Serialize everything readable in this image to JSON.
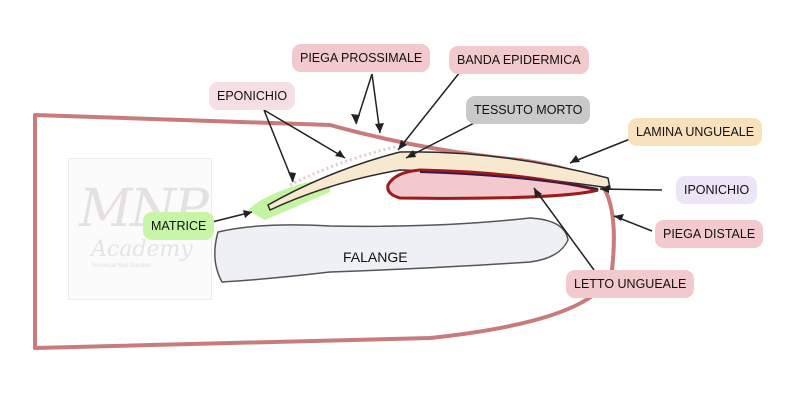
{
  "labels": {
    "piega_prossimale": "PIEGA PROSSIMALE",
    "banda_epidermica": "BANDA EPIDERMICA",
    "eponichio": "EPONICHIO",
    "tessuto_morto": "TESSUTO MORTO",
    "lamina_ungueale": "LAMINA UNGUEALE",
    "iponichio": "IPONICHIO",
    "matrice": "MATRICE",
    "piega_distale": "PIEGA DISTALE",
    "falange": "FALANGE",
    "letto_ungueale": "LETTO UNGUEALE"
  },
  "watermark": {
    "logo_text": "MNP",
    "academy_text": "Academy",
    "tagline": "Technical Nail Solution"
  },
  "colors": {
    "finger_outline": "#c97b7b",
    "nail_bed_fill": "#f3c9cd",
    "nail_bed_outline": "#9e1b1b",
    "nail_plate_fill": "#f7e9cf",
    "matrix_green": "#b9f28f",
    "bone_fill": "#eef0f5",
    "label_pink": "#f2c9cd",
    "label_grey": "#c9c9c9",
    "label_yellow": "#f7e2bd",
    "label_purple": "#ece4f7",
    "label_green": "#c6f5a7",
    "label_light_pink": "#f5dfe4"
  }
}
